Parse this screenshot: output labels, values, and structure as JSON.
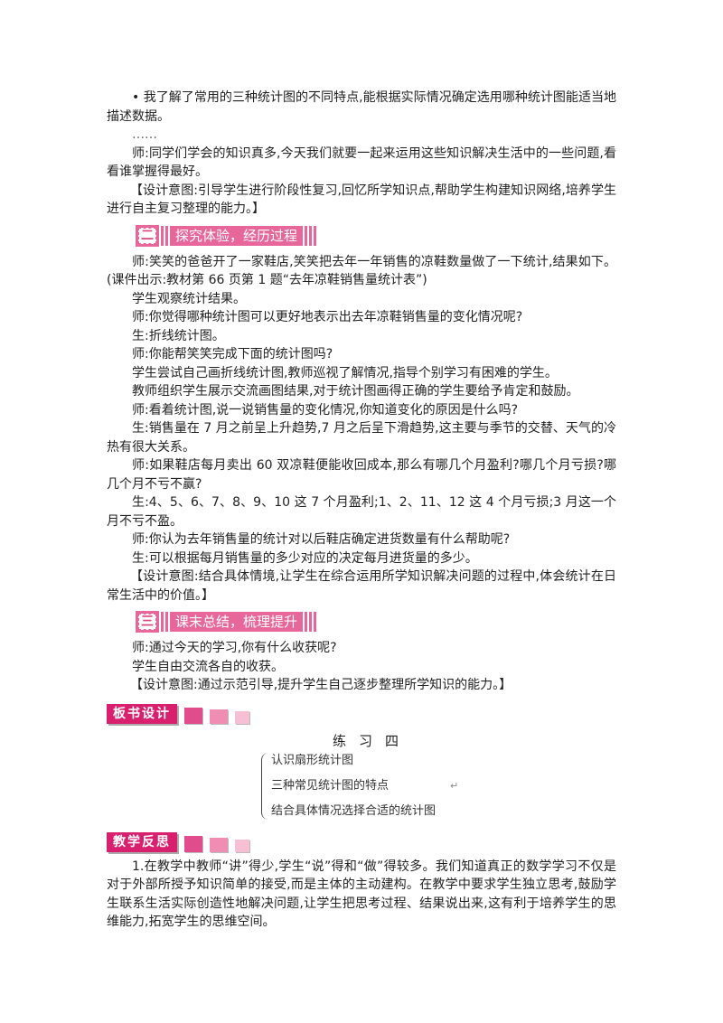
{
  "intro": {
    "p1": "• 我了解了常用的三种统计图的不同特点,能根据实际情况确定选用哪种统计图能适当地描述数据。",
    "ellipsis": "……",
    "p2": "师:同学们学会的知识真多,今天我们就要一起来运用这些知识解决生活中的一些问题,看看谁掌握得最好。",
    "p3": "【设计意图:引导学生进行阶段性复习,回忆所学知识点,帮助学生构建知识网络,培养学生进行自主复习整理的能力。】"
  },
  "section2": {
    "num": "二",
    "title": "探究体验，经历过程",
    "paras": [
      "师:笑笑的爸爸开了一家鞋店,笑笑把去年一年销售的凉鞋数量做了一下统计,结果如下。(课件出示:教材第 66 页第 1 题“去年凉鞋销售量统计表”)",
      "学生观察统计结果。",
      "师:你觉得哪种统计图可以更好地表示出去年凉鞋销售量的变化情况呢?",
      "生:折线统计图。",
      "师:你能帮笑笑完成下面的统计图吗?",
      "学生尝试自己画折线统计图,教师巡视了解情况,指导个别学习有困难的学生。",
      "教师组织学生展示交流画图结果,对于统计图画得正确的学生要给予肯定和鼓励。",
      "师:看着统计图,说一说销售量的变化情况,你知道变化的原因是什么吗?",
      "生:销售量在 7 月之前呈上升趋势,7 月之后呈下滑趋势,这主要与季节的交替、天气的冷热有很大关系。",
      "师:如果鞋店每月卖出 60 双凉鞋便能收回成本,那么有哪几个月盈利?哪几个月亏损?哪几个月不亏不赢?",
      "生:4、5、6、7、8、9、10 这 7 个月盈利;1、2、11、12 这 4 个月亏损;3 月这一个月不亏不盈。",
      "师:你认为去年销售量的统计对以后鞋店确定进货数量有什么帮助呢?",
      "生:可以根据每月销售量的多少对应的决定每月进货量的多少。"
    ],
    "intent": "【设计意图:结合具体情境,让学生在综合运用所学知识解决问题的过程中,体会统计在日常生活中的价值。】"
  },
  "section3": {
    "num": "三",
    "title": "课末总结，梳理提升",
    "paras": [
      "师:通过今天的学习,你有什么收获呢?",
      "学生自由交流各自的收获。"
    ],
    "intent": "【设计意图:通过示范引导,提升学生自己逐步整理所学知识的能力。】"
  },
  "board": {
    "label": "板书设计",
    "title": "练习四",
    "items": [
      "认识扇形统计图",
      "三种常见统计图的特点",
      "结合具体情况选择合适的统计图"
    ],
    "return_mark": "↵"
  },
  "reflection": {
    "label": "教学反思",
    "text": "1.在教学中教师“讲”得少,学生“说”得和“做”得较多。我们知道真正的数学学习不仅是对于外部所授予知识简单的接受,而是主体的主动建构。在教学中要求学生独立思考,鼓励学生联系生活实际创造性地解决问题,让学生把思考过程、结果说出来,这有利于培养学生的思维能力,拓宽学生的思维空间。"
  },
  "colors": {
    "accent": "#e8679b",
    "tag": "#d9206f"
  }
}
